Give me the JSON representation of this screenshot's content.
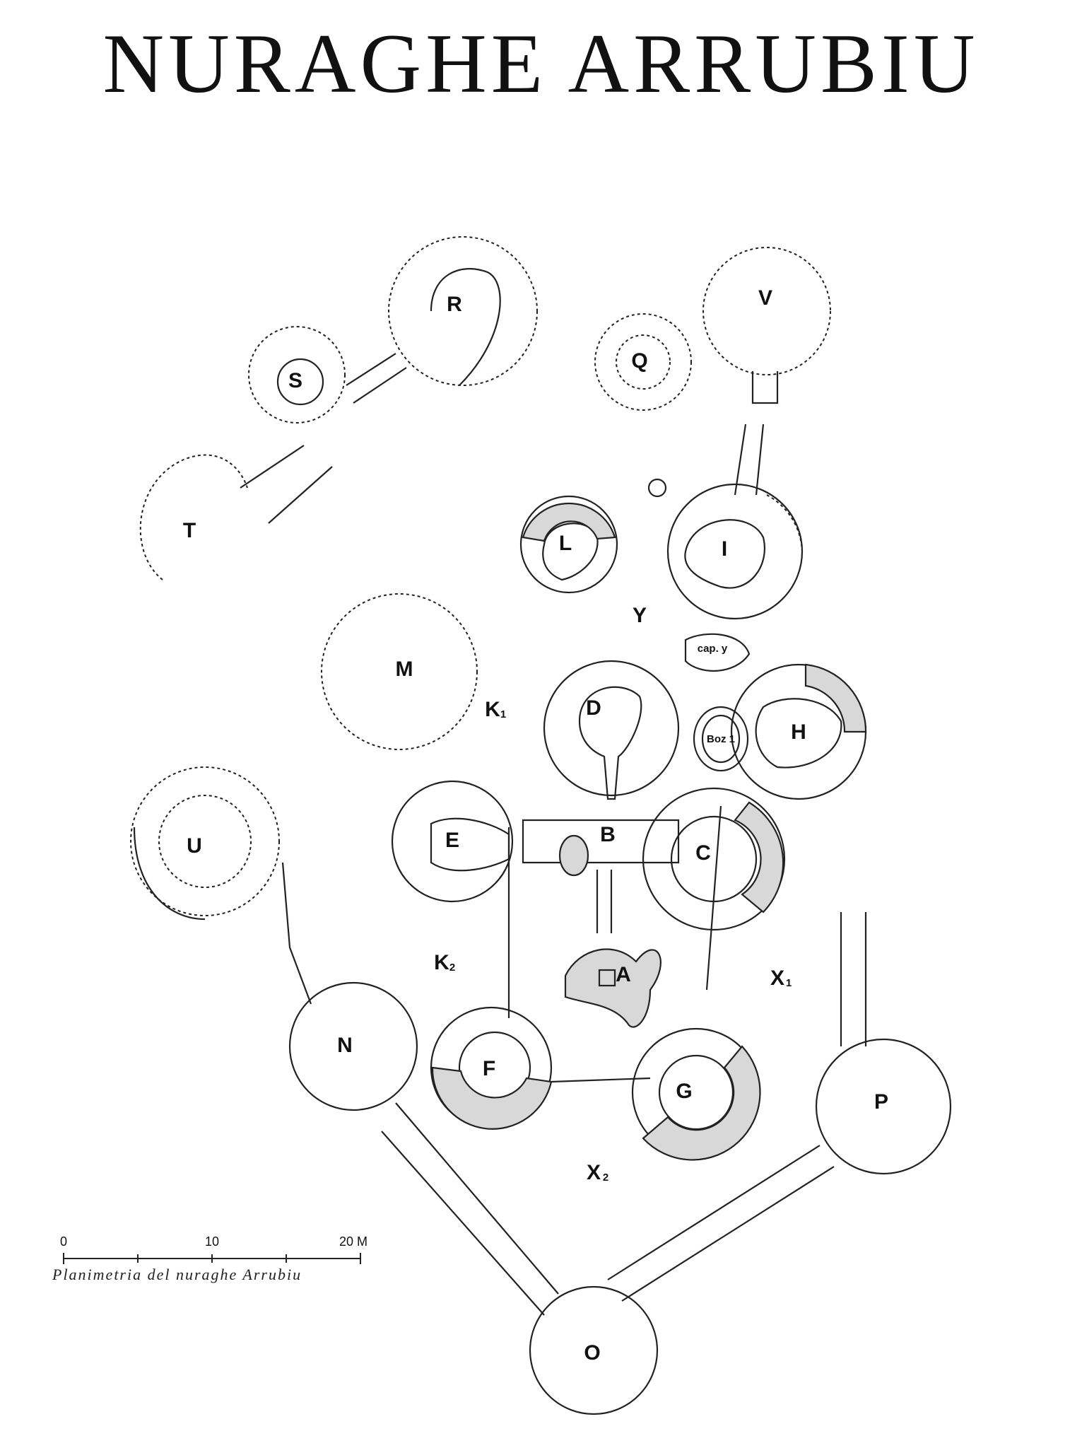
{
  "title": "NURAGHE ARRUBIU",
  "caption": "Planimetria del nuraghe Arrubiu",
  "scale": {
    "ticks": [
      "0",
      "10",
      "20 M"
    ]
  },
  "labels": {
    "A": "A",
    "B": "B",
    "C": "C",
    "D": "D",
    "E": "E",
    "F": "F",
    "G": "G",
    "H": "H",
    "I": "I",
    "K1": "K",
    "K1_sub": "1",
    "K2": "K",
    "K2_sub": "2",
    "L": "L",
    "M": "M",
    "N": "N",
    "O": "O",
    "P": "P",
    "Q": "Q",
    "R": "R",
    "S": "S",
    "T": "T",
    "U": "U",
    "V": "V",
    "X1": "X",
    "X1_sub": "1",
    "X2": "X",
    "X2_sub": "2",
    "Y": "Y",
    "cap_y": "cap. y",
    "boz1": "Boz 1"
  }
}
